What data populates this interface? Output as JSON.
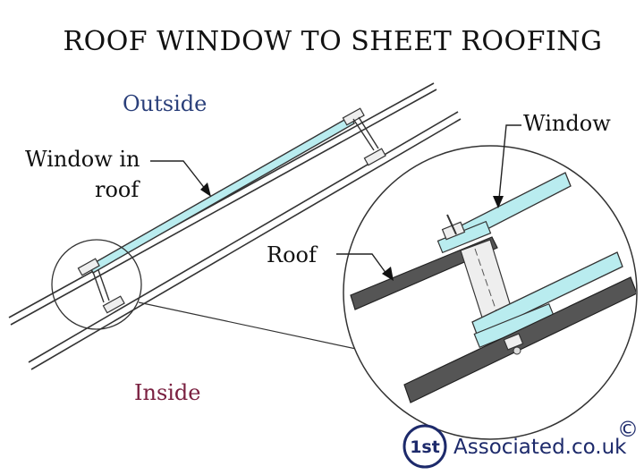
{
  "title": "ROOF WINDOW TO SHEET ROOFING",
  "labels": {
    "outside": "Outside",
    "inside": "Inside",
    "window_in_roof_line1": "Window in",
    "window_in_roof_line2": "roof",
    "roof": "Roof",
    "window": "Window"
  },
  "branding": {
    "badge": "1st",
    "site": "Associated.co.uk",
    "copyright": "©"
  },
  "colors": {
    "glass": "#b9ecef",
    "roof_sheet": "#555555",
    "line": "#333333",
    "brand": "#1d2a6b"
  }
}
